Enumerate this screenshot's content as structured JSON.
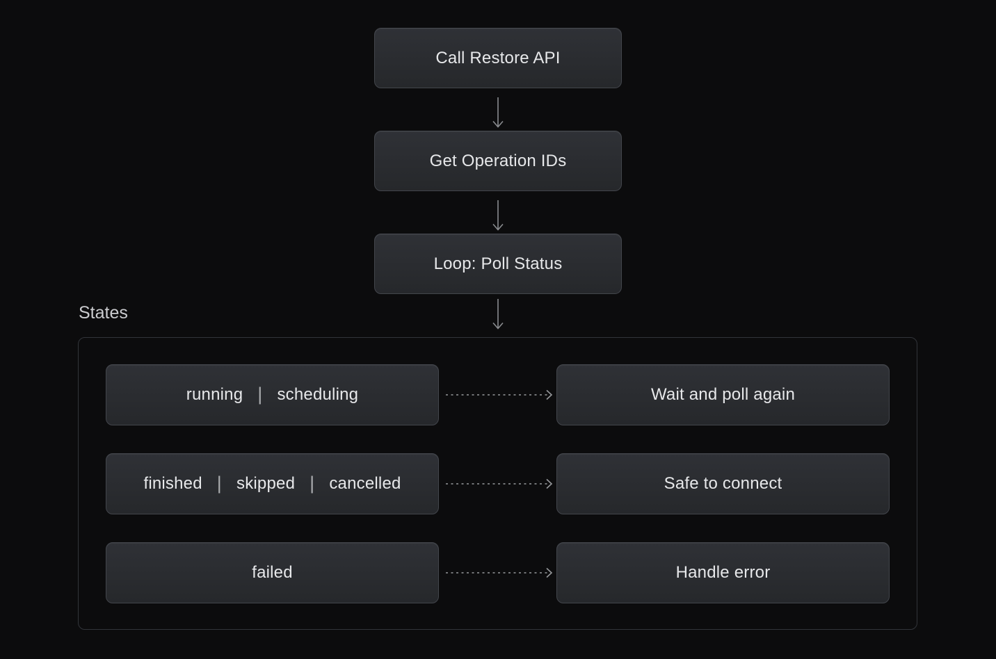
{
  "diagram": {
    "steps": [
      {
        "label": "Call Restore API"
      },
      {
        "label": "Get Operation IDs"
      },
      {
        "label": "Loop: Poll Status"
      }
    ],
    "states_section": {
      "label": "States",
      "separator": "|",
      "rows": [
        {
          "states": [
            "running",
            "scheduling"
          ],
          "action": "Wait and poll again"
        },
        {
          "states": [
            "finished",
            "skipped",
            "cancelled"
          ],
          "action": "Safe to connect"
        },
        {
          "states": [
            "failed"
          ],
          "action": "Handle error"
        }
      ]
    }
  },
  "colors": {
    "background": "#0c0c0d",
    "box_fill_top": "#2f3136",
    "box_fill_bottom": "#26282b",
    "box_border": "#43464c",
    "container_border": "#32353a",
    "text": "#e7e8ea",
    "label_text": "#cbcccf",
    "arrow": "#8a8c8f",
    "dashed_arrow": "#97999c"
  }
}
